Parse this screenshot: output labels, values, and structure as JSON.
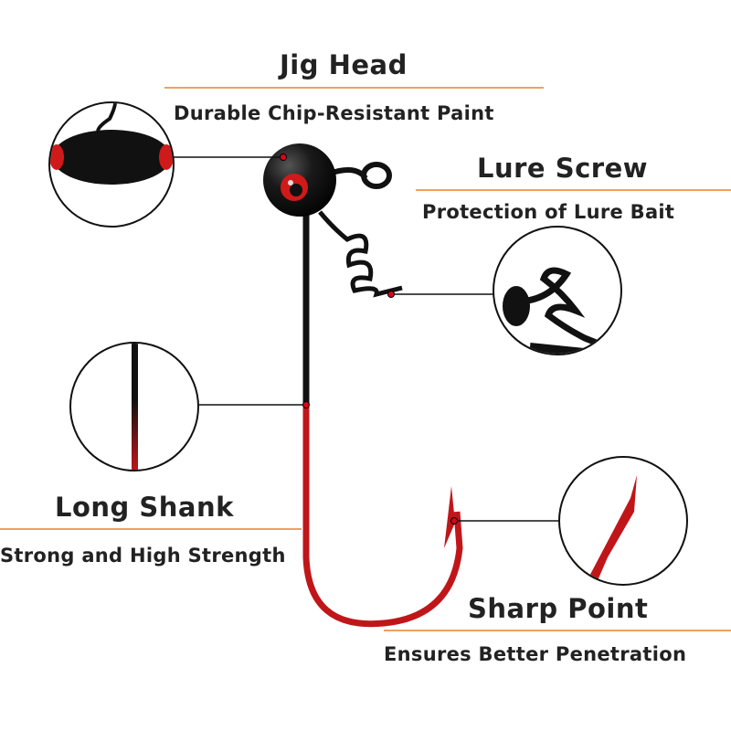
{
  "callouts": {
    "jig_head": {
      "title": "Jig Head",
      "subtitle": "Durable Chip-Resistant Paint"
    },
    "lure_screw": {
      "title": "Lure Screw",
      "subtitle": "Protection of Lure Bait"
    },
    "long_shank": {
      "title": "Long Shank",
      "subtitle": "Strong and High Strength"
    },
    "sharp_point": {
      "title": "Sharp Point",
      "subtitle": "Ensures Better Penetration"
    }
  },
  "colors": {
    "accent_line": "#f0a060",
    "hook_red": "#c0161a",
    "hook_black": "#111111",
    "marker": "#e0001a"
  }
}
